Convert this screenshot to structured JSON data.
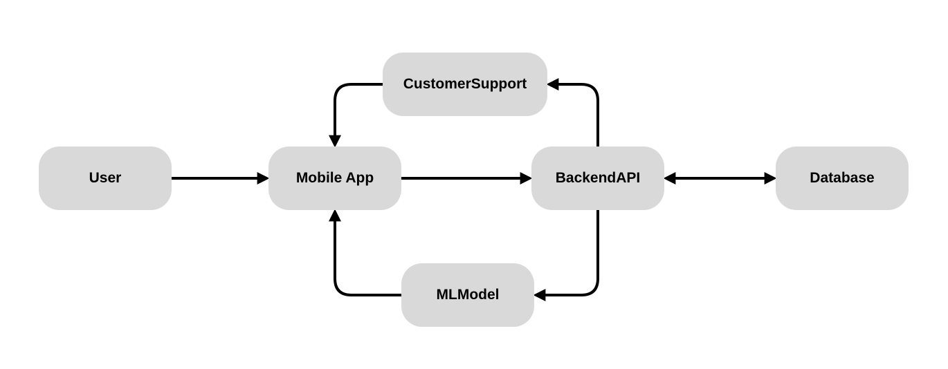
{
  "diagram": {
    "type": "flowchart",
    "node_color": "#d9d9d9",
    "edge_color": "#000000",
    "nodes": {
      "user": {
        "label": "User"
      },
      "mobile_app": {
        "label": "Mobile App"
      },
      "backend_api": {
        "label": "BackendAPI"
      },
      "database": {
        "label": "Database"
      },
      "customer_support": {
        "label": "CustomerSupport"
      },
      "ml_model": {
        "label": "MLModel"
      }
    },
    "edges": [
      {
        "from": "User",
        "to": "Mobile App"
      },
      {
        "from": "Mobile App",
        "to": "BackendAPI"
      },
      {
        "from": "BackendAPI",
        "to": "Database",
        "bidirectional": true
      },
      {
        "from": "BackendAPI",
        "to": "CustomerSupport"
      },
      {
        "from": "CustomerSupport",
        "to": "Mobile App"
      },
      {
        "from": "BackendAPI",
        "to": "MLModel"
      },
      {
        "from": "MLModel",
        "to": "Mobile App"
      }
    ]
  }
}
